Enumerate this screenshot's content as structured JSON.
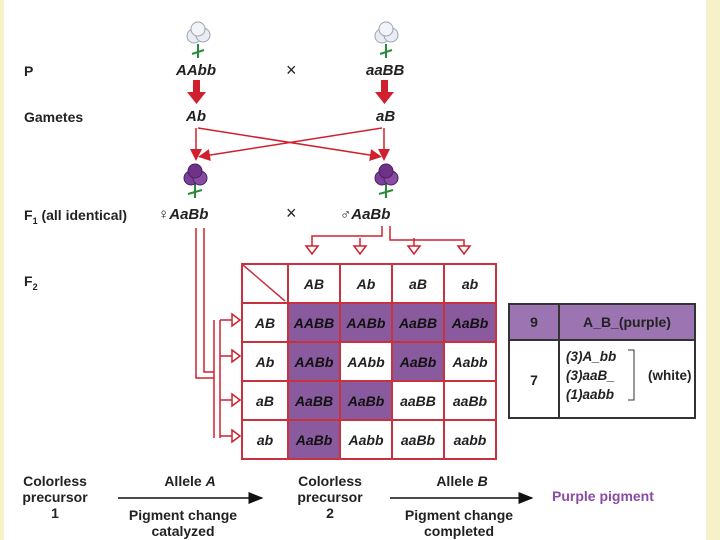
{
  "labels": {
    "parental": "P",
    "gametes": "Gametes",
    "f1_prefix": "F",
    "f1_sub": "1",
    "f1_suffix": "(all identical)",
    "f2_prefix": "F",
    "f2_sub": "2",
    "cross": "×"
  },
  "parents": {
    "left_genotype": "AAbb",
    "right_genotype": "aaBB"
  },
  "gametes": {
    "left": "Ab",
    "right": "aB"
  },
  "f1": {
    "female_symbol": "♀",
    "female_genotype": "AaBb",
    "male_symbol": "♂",
    "male_genotype": "AaBb"
  },
  "punnett": {
    "columns": [
      "AB",
      "Ab",
      "aB",
      "ab"
    ],
    "rows": [
      {
        "label": "AB",
        "cells": [
          {
            "g": "AABB",
            "purple": true
          },
          {
            "g": "AABb",
            "purple": true
          },
          {
            "g": "AaBB",
            "purple": true
          },
          {
            "g": "AaBb",
            "purple": true
          }
        ]
      },
      {
        "label": "Ab",
        "cells": [
          {
            "g": "AABb",
            "purple": true
          },
          {
            "g": "AAbb",
            "purple": false
          },
          {
            "g": "AaBb",
            "purple": true
          },
          {
            "g": "Aabb",
            "purple": false
          }
        ]
      },
      {
        "label": "aB",
        "cells": [
          {
            "g": "AaBB",
            "purple": true
          },
          {
            "g": "AaBb",
            "purple": true
          },
          {
            "g": "aaBB",
            "purple": false
          },
          {
            "g": "aaBb",
            "purple": false
          }
        ]
      },
      {
        "label": "ab",
        "cells": [
          {
            "g": "AaBb",
            "purple": true
          },
          {
            "g": "Aabb",
            "purple": false
          },
          {
            "g": "aaBb",
            "purple": false
          },
          {
            "g": "aabb",
            "purple": false
          }
        ]
      }
    ]
  },
  "ratio": {
    "purple_count": "9",
    "purple_desc": "A_B_(purple)",
    "white_count": "7",
    "white_lines": [
      "(3)A_bb",
      "(3)aaB_",
      "(1)aabb"
    ],
    "white_desc": "(white)"
  },
  "pathway": {
    "step1_line1": "Colorless",
    "step1_line2": "precursor",
    "step1_line3": "1",
    "allele_a_prefix": "Allele",
    "allele_a": "A",
    "catalyzed_line1": "Pigment change",
    "catalyzed_line2": "catalyzed",
    "step2_line1": "Colorless",
    "step2_line2": "precursor",
    "step2_line3": "2",
    "allele_b_prefix": "Allele",
    "allele_b": "B",
    "completed_line1": "Pigment change",
    "completed_line2": "completed",
    "product": "Purple pigment"
  },
  "colors": {
    "arrow_red": "#d0202e",
    "purple_cell": "#8a5a9e",
    "purple_text": "#8a4ca3",
    "ratio_purple": "#9b74b1"
  },
  "icons": [
    "white-flower-icon",
    "purple-flower-icon"
  ]
}
